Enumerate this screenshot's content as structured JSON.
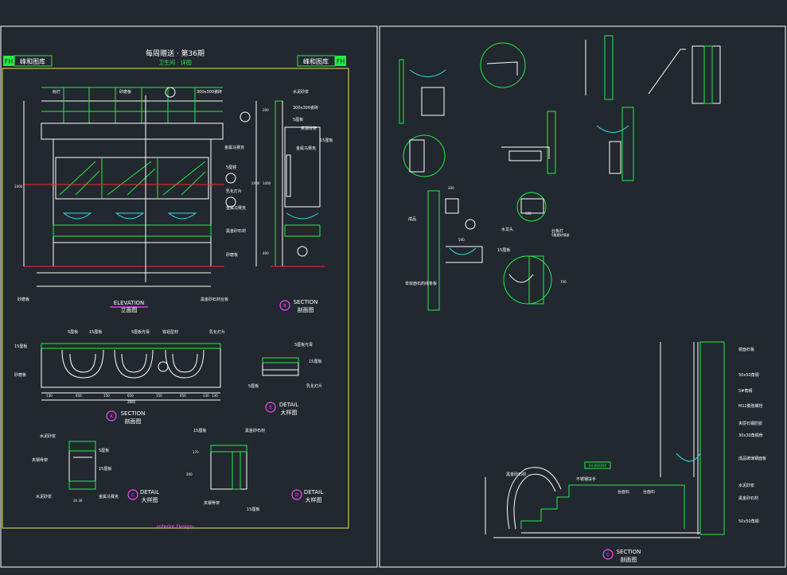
{
  "header": {
    "title": "每周赠送 · 第36期",
    "subtitle": "卫生间 · 详图",
    "brand_left": "峰和图库",
    "brand_right": "峰和图库",
    "footer": "-Interior Design-"
  },
  "titles": {
    "elevation_en": "ELEVATION",
    "elevation_cn": "立面图",
    "section_b_tag": "B",
    "section_b_en": "SECTION",
    "section_b_cn": "剖面图",
    "section_a_tag": "A",
    "section_a_en": "SECTION",
    "section_a_cn": "剖面图",
    "detail_e_tag": "E",
    "detail_e_en": "DETAIL",
    "detail_e_cn": "大样图",
    "detail_c_tag": "C",
    "detail_c_en": "DETAIL",
    "detail_c_cn": "大样图",
    "detail_d_tag": "D",
    "detail_d_en": "DETAIL",
    "detail_d_cn": "大样图",
    "section_c_tag": "C",
    "section_c_en": "SECTION",
    "section_c_cn": "剖面图"
  },
  "elevation_labels": {
    "l1": "射灯",
    "l2": "砂磨板",
    "l3": "300x300瓷砖",
    "r1": "金属马赛克",
    "r2": "5厘镜",
    "r3": "乳化灯片",
    "r4": "金属马赛克",
    "r5": "黑金砂石材",
    "r6": "砂磨板",
    "b1": "砂磨板",
    "b2": "黑金砂石材台板",
    "dims_left": "2400"
  },
  "section_b_labels": {
    "s1": "水泥砂浆",
    "s2": "300x300瓷砖",
    "s3": "5厘板",
    "s4": "夹钢骨架",
    "s5": "金属马赛克",
    "s6": "15厘板",
    "d1": "2400",
    "d2": "1400",
    "d3": "400",
    "d4": "200"
  },
  "plan_labels": {
    "p1": "5厘板",
    "p2": "15厘板",
    "p3": "5厘板光膏",
    "p4": "铁铝型材",
    "p5": "乳化灯片",
    "p6": "15厘板",
    "p7": "砂磨板",
    "total": "2800",
    "dims": [
      "130",
      "650",
      "150",
      "650",
      "150",
      "650",
      "130",
      "130"
    ]
  },
  "detail_e_labels": {
    "e1": "5厘板光膏",
    "e2": "15厘板",
    "e3": "5厘板",
    "e4": "乳化灯片"
  },
  "detail_c_labels": {
    "c1": "水泥砂浆",
    "c2": "5厘板",
    "c3": "夹钢骨架",
    "c4": "15厘板",
    "c5": "水泥砂浆",
    "c6": "金属马赛克",
    "c7": "24 30"
  },
  "detail_d_labels": {
    "d1": "15厘板",
    "d2": "黑金砂石材",
    "d3": "夹钢骨架",
    "d4": "15厘板",
    "d5": "170",
    "d6": "200"
  },
  "right_section_labels": {
    "r1": "镜面石板",
    "r2": "50x50角钢",
    "r3": "5#角钢",
    "r4": "M12膨胀螺栓",
    "r5": "夹层石钢防胶",
    "r6": "30x30角钢骨",
    "r7": "成品玻璃钢面板",
    "r8": "水泥砂浆",
    "r9": "黑金砂石材",
    "r10": "50x50角钢",
    "m1": "黑金砂石材",
    "m2": "不锈钢扶手",
    "m3": "台面石",
    "m4": "台面石",
    "badge": "FH-060260"
  },
  "mid_labels": {
    "a1": "200",
    "a2": "成品",
    "a3": "水龙头",
    "a4": "500",
    "a5": "700",
    "a6": "15厘板",
    "a7": "台板灯",
    "a8": "5厘磨砂镜玻",
    "a9": "单双面石的线条板",
    "a10": "100"
  }
}
